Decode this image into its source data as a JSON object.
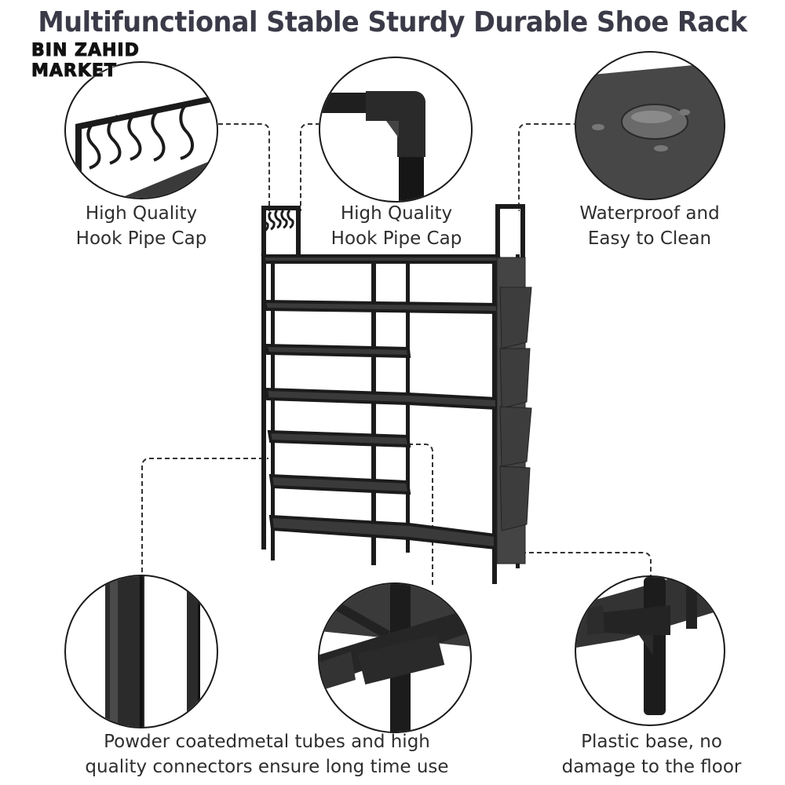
{
  "header": {
    "title": "Multifunctional Stable Sturdy Durable Shoe Rack"
  },
  "watermark": {
    "line1": "BIN ZAHID",
    "line2": "MARKET"
  },
  "features": [
    {
      "id": "hooks",
      "icon": "s-hooks-icon",
      "line1": "High Quality",
      "line2": "Hook Pipe Cap"
    },
    {
      "id": "corner-cap",
      "icon": "pipe-corner-cap-icon",
      "line1": "High Quality",
      "line2": "Hook Pipe Cap"
    },
    {
      "id": "waterproof",
      "icon": "water-droplet-fabric-icon",
      "line1": "Waterproof and",
      "line2": "Easy to Clean"
    },
    {
      "id": "tubes-connectors",
      "icon": "metal-tube-connector-icon",
      "line1": "Powder coatedmetal tubes and high",
      "line2": "quality connectors ensure long time use"
    },
    {
      "id": "plastic-base",
      "icon": "plastic-foot-icon",
      "line1": "Plastic base, no",
      "line2": "damage to the floor"
    }
  ],
  "product": {
    "name": "shoe-rack",
    "tiers": 7,
    "side_pockets": 4,
    "hooks": 5
  },
  "colors": {
    "title": "#3a3a48",
    "frame": "#1b1b1b",
    "fabric": "#3a3a3a",
    "outline": "#1a1a1a"
  }
}
